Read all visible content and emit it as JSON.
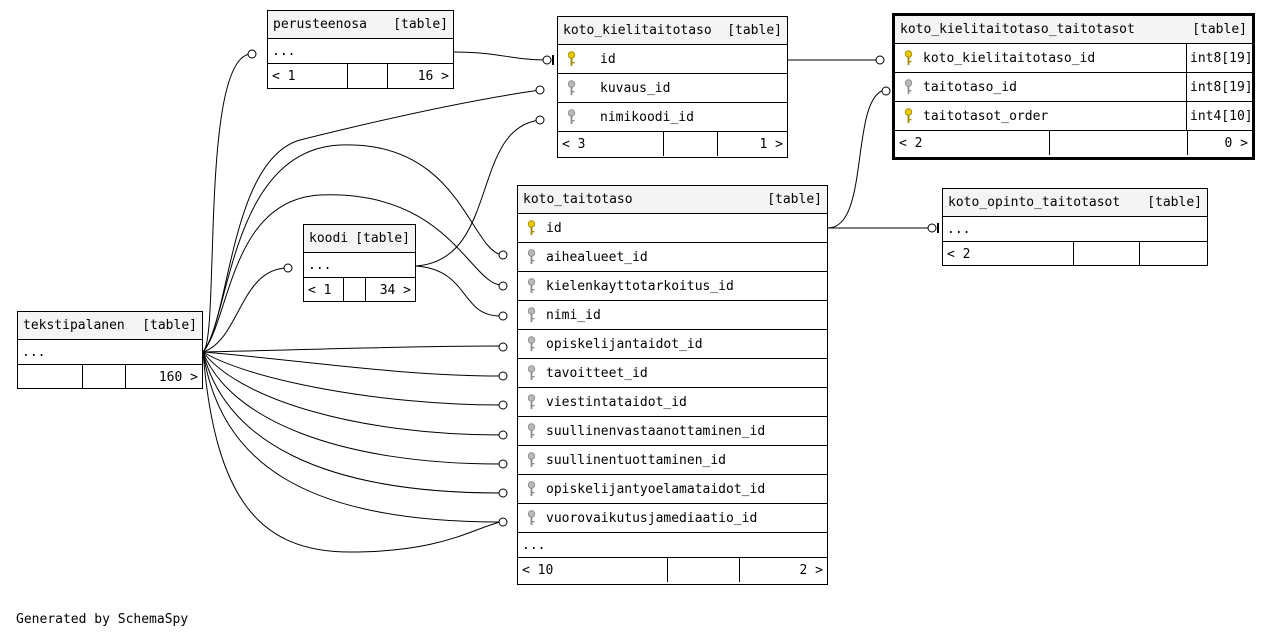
{
  "diagram": {
    "footer_credit": "Generated by SchemaSpy",
    "table_tag": "[table]",
    "colors": {
      "primary_key": "#e8c800",
      "foreign_key": "#9a9a9a",
      "header_bg": "#f4f4f4"
    }
  },
  "tables": {
    "perusteenosa": {
      "name": "perusteenosa",
      "ellipsis": "...",
      "foot_left": "< 1",
      "foot_mid": "",
      "foot_right": "16 >"
    },
    "koto_kielitaitotaso": {
      "name": "koto_kielitaitotaso",
      "columns": [
        {
          "name": "id",
          "key": "primary"
        },
        {
          "name": "kuvaus_id",
          "key": "foreign"
        },
        {
          "name": "nimikoodi_id",
          "key": "foreign"
        }
      ],
      "foot_left": "< 3",
      "foot_mid": "",
      "foot_right": "1 >"
    },
    "koto_kielitaitotaso_taitotasot": {
      "name": "koto_kielitaitotaso_taitotasot",
      "columns": [
        {
          "name": "koto_kielitaitotaso_id",
          "key": "primary",
          "type": "int8[19]"
        },
        {
          "name": "taitotaso_id",
          "key": "foreign",
          "type": "int8[19]"
        },
        {
          "name": "taitotasot_order",
          "key": "primary",
          "type": "int4[10]"
        }
      ],
      "foot_left": "< 2",
      "foot_mid": "",
      "foot_right": "0 >"
    },
    "koodi": {
      "name": "koodi",
      "ellipsis": "...",
      "foot_left": "< 1",
      "foot_mid": "",
      "foot_right": "34 >"
    },
    "koto_taitotaso": {
      "name": "koto_taitotaso",
      "columns": [
        {
          "name": "id",
          "key": "primary"
        },
        {
          "name": "aihealueet_id",
          "key": "foreign"
        },
        {
          "name": "kielenkayttotarkoitus_id",
          "key": "foreign"
        },
        {
          "name": "nimi_id",
          "key": "foreign"
        },
        {
          "name": "opiskelijantaidot_id",
          "key": "foreign"
        },
        {
          "name": "tavoitteet_id",
          "key": "foreign"
        },
        {
          "name": "viestintataidot_id",
          "key": "foreign"
        },
        {
          "name": "suullinenvastaanottaminen_id",
          "key": "foreign"
        },
        {
          "name": "suullinentuottaminen_id",
          "key": "foreign"
        },
        {
          "name": "opiskelijantyoelamataidot_id",
          "key": "foreign"
        },
        {
          "name": "vuorovaikutusjamediaatio_id",
          "key": "foreign"
        }
      ],
      "ellipsis": "...",
      "foot_left": "< 10",
      "foot_mid": "",
      "foot_right": "2 >"
    },
    "koto_opinto_taitotasot": {
      "name": "koto_opinto_taitotasot",
      "ellipsis": "...",
      "foot_left": "< 2",
      "foot_mid": "",
      "foot_right": ""
    },
    "tekstipalanen": {
      "name": "tekstipalanen",
      "ellipsis": "...",
      "foot_left": "",
      "foot_mid": "",
      "foot_right": "160 >"
    }
  }
}
